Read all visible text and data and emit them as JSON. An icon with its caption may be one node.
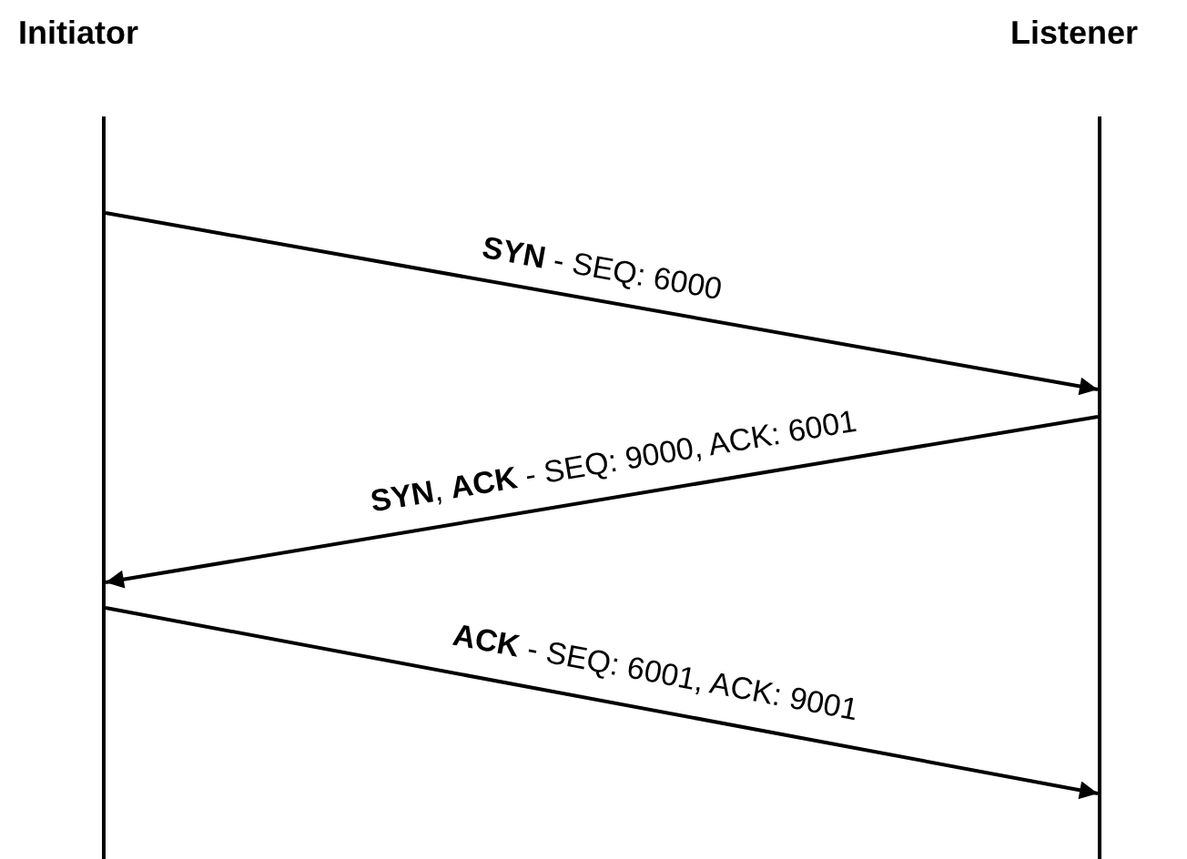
{
  "diagram": {
    "nodes": [
      {
        "text": [
          "Initiator"
        ]
      },
      {
        "text": [
          "Listener"
        ]
      }
    ],
    "edges": [
      {
        "from": 0,
        "to": 1,
        "arrow": "to",
        "label": "**SYN** - SEQ: 6000"
      },
      {
        "from": 1,
        "to": 0,
        "arrow": "to",
        "label": "**SYN**, **ACK** - SEQ: 9000, ACK: 6001"
      },
      {
        "from": 0,
        "to": 1,
        "arrow": "to",
        "label": "**ACK** - SEQ: 6001, ACK: 9001"
      }
    ]
  }
}
